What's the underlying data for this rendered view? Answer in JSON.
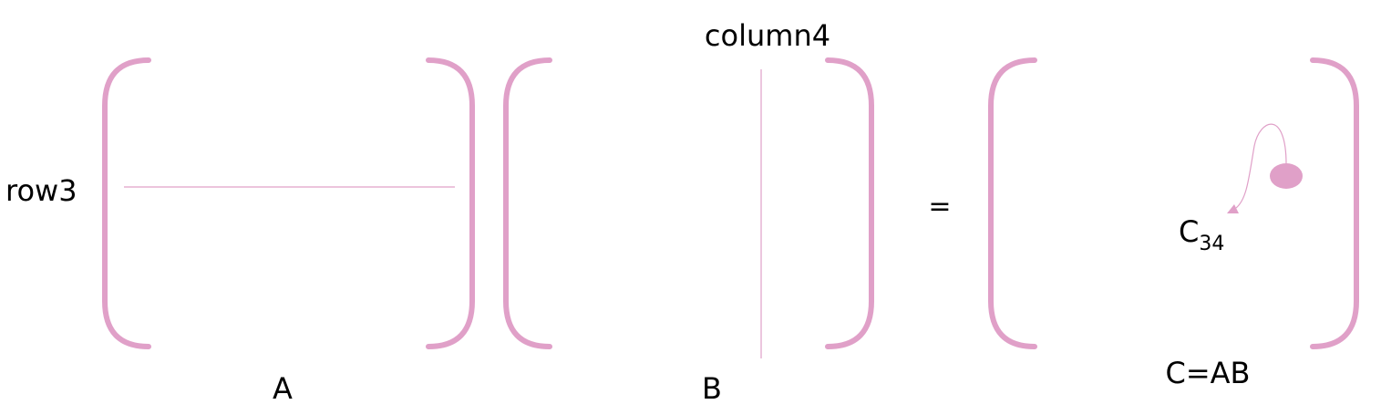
{
  "labels": {
    "row": "row3",
    "column": "column4",
    "equals": "=",
    "matrix_a": "A",
    "matrix_b": "B",
    "element_base": "C",
    "element_index": "34",
    "product": "C=AB"
  },
  "colors": {
    "accent": "#e0a0c8",
    "text": "#000000",
    "background": "#ffffff"
  }
}
